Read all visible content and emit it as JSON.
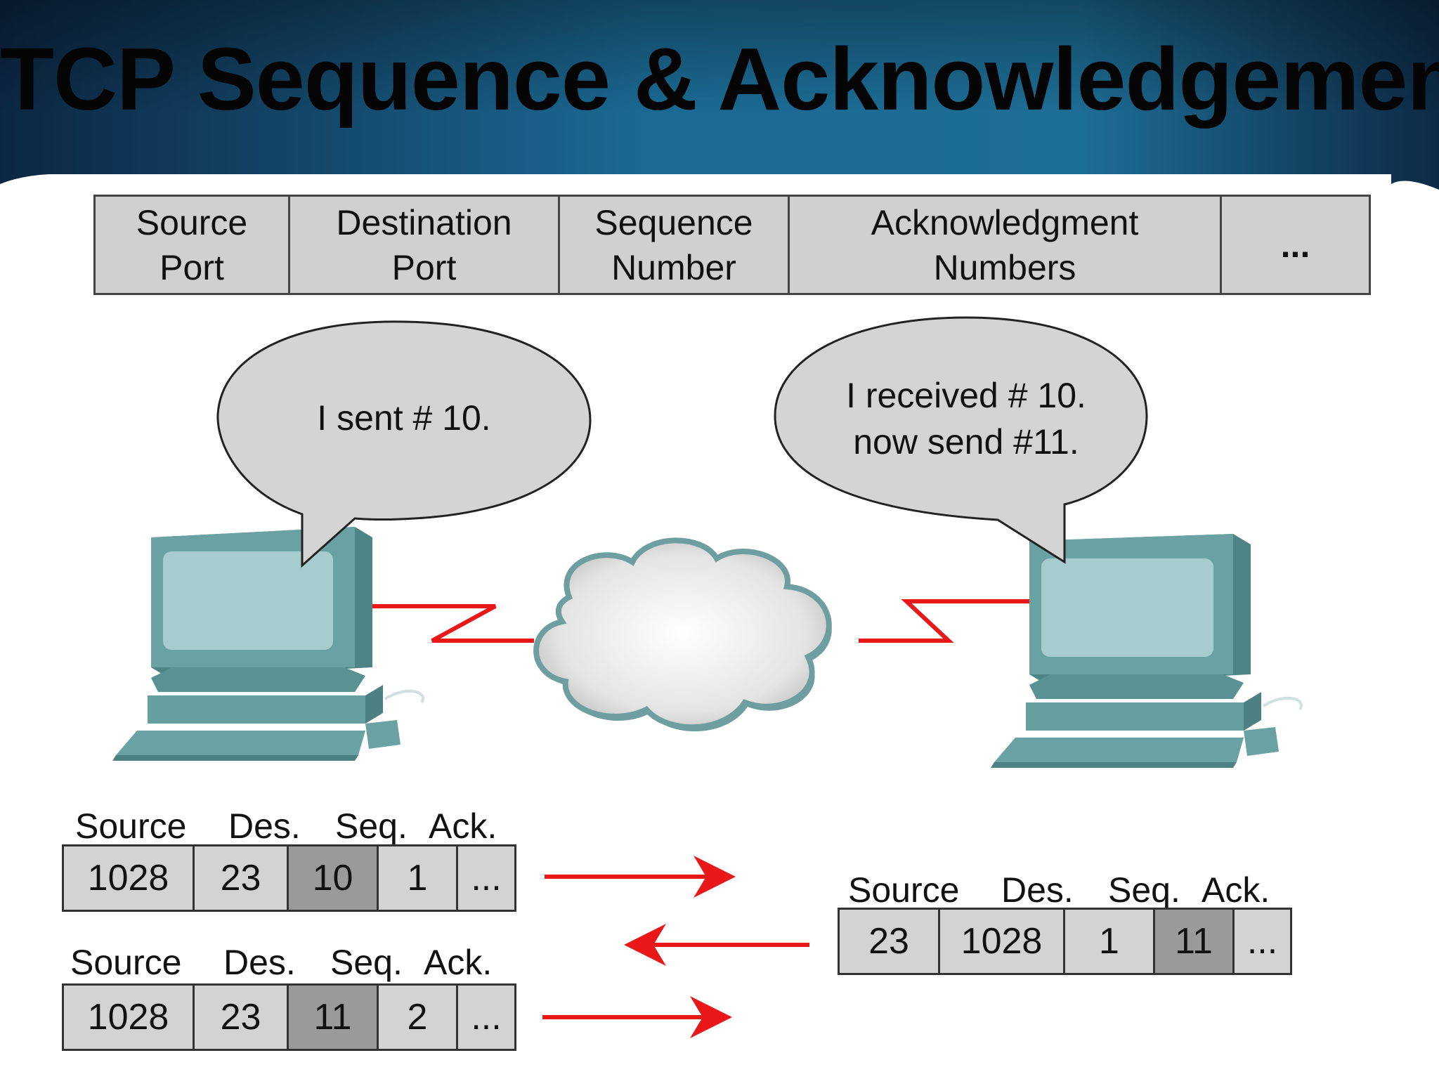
{
  "title": "TCP Sequence & Acknowledgement",
  "header_fields": [
    {
      "line1": "Source",
      "line2": "Port"
    },
    {
      "line1": "Destination",
      "line2": "Port"
    },
    {
      "line1": "Sequence",
      "line2": "Number"
    },
    {
      "line1": "Acknowledgment",
      "line2": "Numbers"
    },
    {
      "line1": "...",
      "line2": ""
    }
  ],
  "bubbles": {
    "left": {
      "line1": "I sent # 10.",
      "line2": ""
    },
    "right": {
      "line1": "I received # 10.",
      "line2": "now send #11."
    }
  },
  "segment_labels": {
    "source": "Source",
    "des": "Des.",
    "seq": "Seq.",
    "ack": "Ack."
  },
  "segments": [
    {
      "cells": [
        "1028",
        "23",
        "10",
        "1",
        "..."
      ],
      "highlight": 2,
      "direction": "right"
    },
    {
      "cells": [
        "23",
        "1028",
        "1",
        "11",
        "..."
      ],
      "highlight": 3,
      "direction": "left"
    },
    {
      "cells": [
        "1028",
        "23",
        "11",
        "2",
        "..."
      ],
      "highlight": 2,
      "direction": "right"
    }
  ],
  "icons": [
    "computer-icon",
    "network-cloud-icon"
  ],
  "colors": {
    "link": "#e81818",
    "computer": "#5e9597",
    "bubble": "#d4d4d4",
    "banner": "#1b5f86"
  }
}
